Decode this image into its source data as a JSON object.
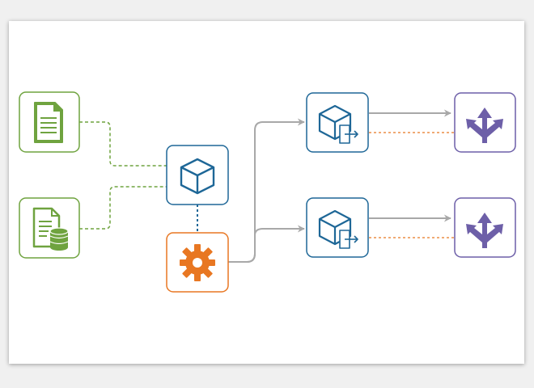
{
  "diagram": {
    "colors": {
      "source": "#6fa33f",
      "object": "#1e6797",
      "process": "#e87722",
      "output": "#6d5fa8",
      "connector": "#a8a8a8",
      "link_dashed": "#e87722",
      "link_dotted_blue": "#1e6797"
    },
    "nodes": [
      {
        "id": "document-source",
        "icon": "document-icon",
        "kind": "source"
      },
      {
        "id": "database-source",
        "icon": "document-database-icon",
        "kind": "source"
      },
      {
        "id": "central-object",
        "icon": "cube-icon",
        "kind": "object"
      },
      {
        "id": "process-step",
        "icon": "gear-icon",
        "kind": "process"
      },
      {
        "id": "export-object-top",
        "icon": "cube-export-icon",
        "kind": "object"
      },
      {
        "id": "export-object-bottom",
        "icon": "cube-export-icon",
        "kind": "object"
      },
      {
        "id": "destination-top",
        "icon": "split-arrows-icon",
        "kind": "output"
      },
      {
        "id": "destination-bottom",
        "icon": "split-arrows-icon",
        "kind": "output"
      }
    ]
  }
}
